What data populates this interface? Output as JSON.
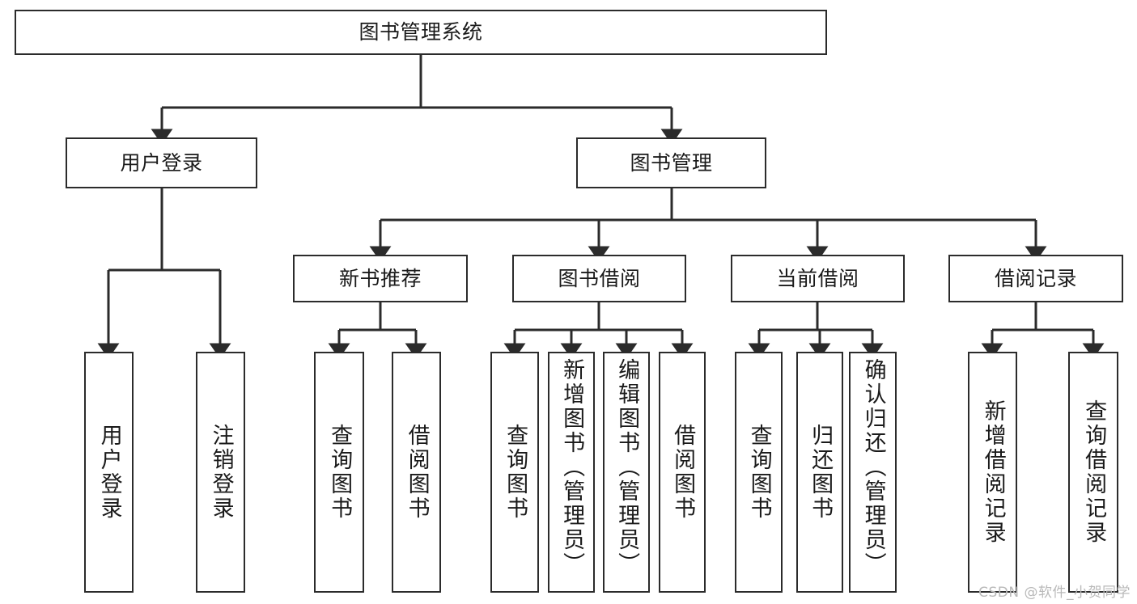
{
  "diagram": {
    "type": "tree",
    "title": "图书管理系统",
    "orientation": "top-down",
    "colors": {
      "box_border": "#2b2b2b",
      "box_fill": "#ffffff",
      "edge": "#2b2b2b",
      "text": "#1a1a1a",
      "watermark": "#b9b9b9"
    },
    "root": {
      "label": "图书管理系统"
    },
    "level2": [
      {
        "label": "用户登录"
      },
      {
        "label": "图书管理"
      }
    ],
    "level3": [
      {
        "label": "新书推荐"
      },
      {
        "label": "图书借阅"
      },
      {
        "label": "当前借阅"
      },
      {
        "label": "借阅记录"
      }
    ],
    "leaves": {
      "user_login": [
        {
          "label": "用户登录"
        },
        {
          "label": "注销登录"
        }
      ],
      "new_book_recommend": [
        {
          "label": "查询图书"
        },
        {
          "label": "借阅图书"
        }
      ],
      "book_borrow": [
        {
          "label": "查询图书"
        },
        {
          "label": "新增图书（管理员）"
        },
        {
          "label": "编辑图书（管理员）"
        },
        {
          "label": "借阅图书"
        }
      ],
      "current_borrow": [
        {
          "label": "查询图书"
        },
        {
          "label": "归还图书"
        },
        {
          "label": "确认归还（管理员）"
        }
      ],
      "borrow_record": [
        {
          "label": "新增借阅记录"
        },
        {
          "label": "查询借阅记录"
        }
      ]
    }
  },
  "watermark": {
    "text": "CSDN @软件_小贺同学"
  }
}
